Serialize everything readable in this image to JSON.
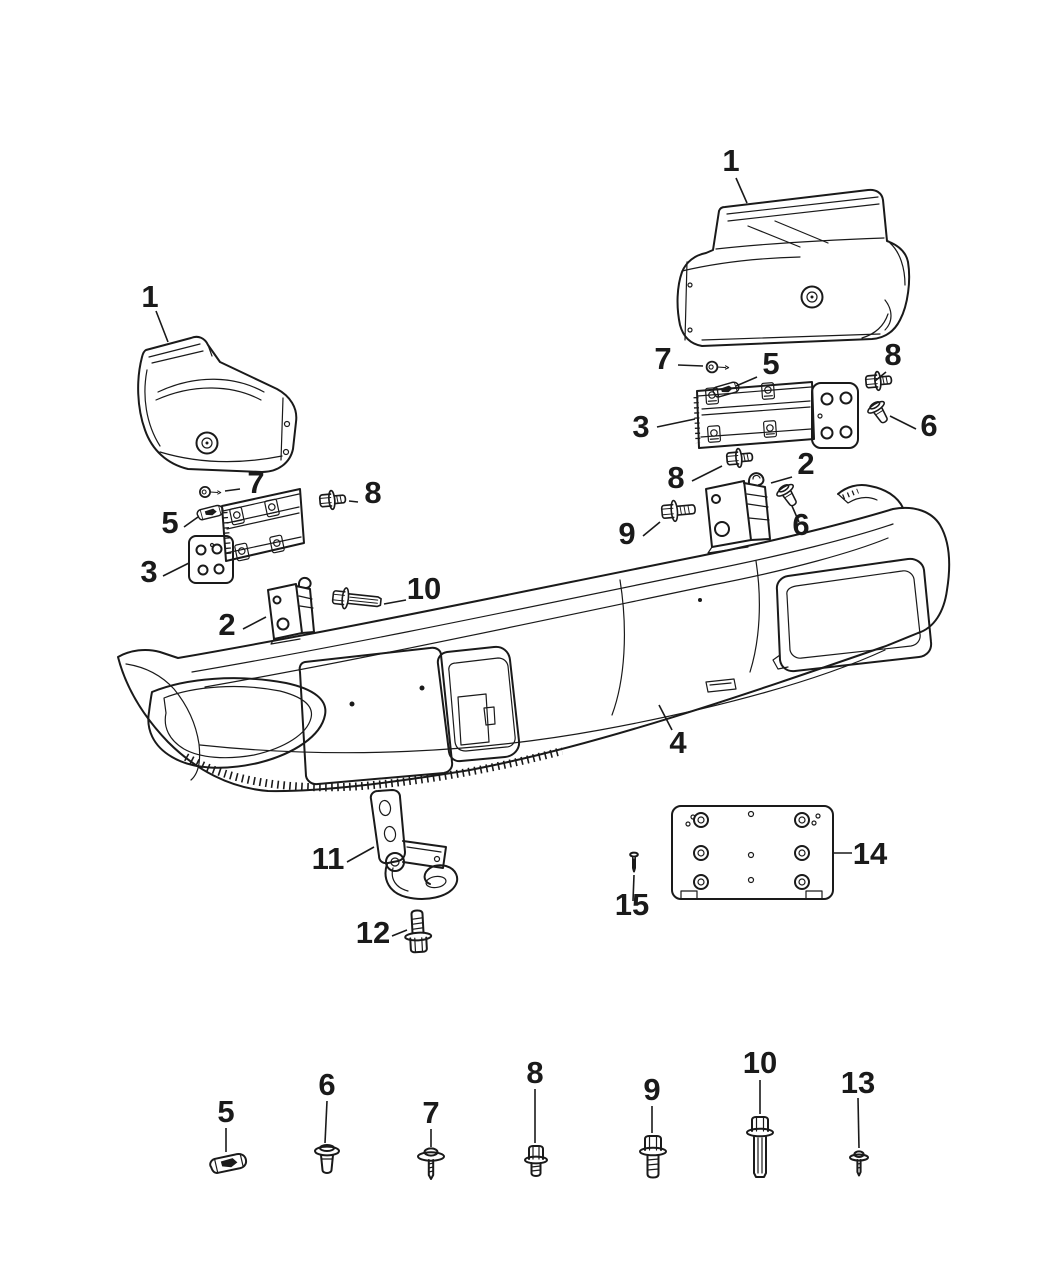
{
  "diagram": {
    "background_color": "#ffffff",
    "line_color": "#1a1a1a",
    "callouts": [
      {
        "id": "1-left",
        "label": "1"
      },
      {
        "id": "1-right",
        "label": "1"
      },
      {
        "id": "7-right",
        "label": "7"
      },
      {
        "id": "5-right",
        "label": "5"
      },
      {
        "id": "8-upper-right",
        "label": "8"
      },
      {
        "id": "6-upper-right",
        "label": "6"
      },
      {
        "id": "3-right",
        "label": "3"
      },
      {
        "id": "8-lower-right",
        "label": "8"
      },
      {
        "id": "2-right",
        "label": "2"
      },
      {
        "id": "6-lower-right",
        "label": "6"
      },
      {
        "id": "9-right",
        "label": "9"
      },
      {
        "id": "7-left",
        "label": "7"
      },
      {
        "id": "5-left",
        "label": "5"
      },
      {
        "id": "8-left",
        "label": "8"
      },
      {
        "id": "3-left",
        "label": "3"
      },
      {
        "id": "2-left",
        "label": "2"
      },
      {
        "id": "10-left",
        "label": "10"
      },
      {
        "id": "4-bumper",
        "label": "4"
      },
      {
        "id": "11-tow-hook",
        "label": "11"
      },
      {
        "id": "12-bolt",
        "label": "12"
      },
      {
        "id": "15-screw",
        "label": "15"
      },
      {
        "id": "14-plate",
        "label": "14"
      },
      {
        "id": "5-bottom",
        "label": "5"
      },
      {
        "id": "6-bottom",
        "label": "6"
      },
      {
        "id": "7-bottom",
        "label": "7"
      },
      {
        "id": "8-bottom",
        "label": "8"
      },
      {
        "id": "9-bottom",
        "label": "9"
      },
      {
        "id": "10-bottom",
        "label": "10"
      },
      {
        "id": "13-bottom",
        "label": "13"
      }
    ]
  }
}
